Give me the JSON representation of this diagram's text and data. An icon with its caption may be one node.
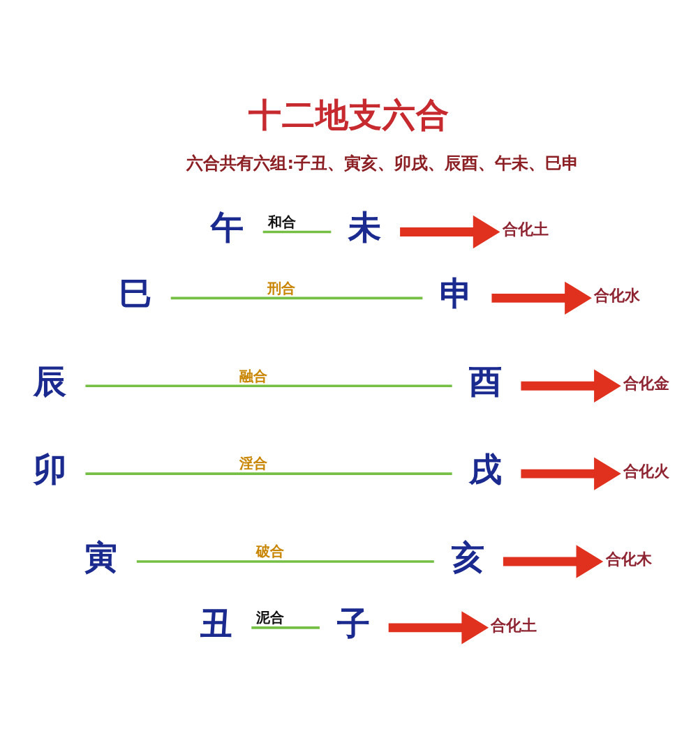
{
  "diagram": {
    "title": "十二地支六合",
    "nodes": [
      {
        "text": [
          "午"
        ]
      },
      {
        "text": [
          "未"
        ]
      },
      {
        "text": [
          "合化土"
        ]
      },
      {
        "text": [
          "巳"
        ]
      },
      {
        "text": [
          "申"
        ]
      },
      {
        "text": [
          "合化水"
        ]
      },
      {
        "text": [
          "辰"
        ]
      },
      {
        "text": [
          "酉"
        ]
      },
      {
        "text": [
          "合化金"
        ]
      },
      {
        "text": [
          "卯"
        ]
      },
      {
        "text": [
          "戌"
        ]
      },
      {
        "text": [
          "合化火"
        ]
      },
      {
        "text": [
          "寅"
        ]
      },
      {
        "text": [
          "亥"
        ]
      },
      {
        "text": [
          "合化木"
        ]
      },
      {
        "text": [
          "丑"
        ]
      },
      {
        "text": [
          "子"
        ]
      },
      {
        "text": [
          "合化土"
        ]
      }
    ],
    "edges": [
      {
        "from": 0,
        "to": 1,
        "arrow": "none",
        "label": "和合"
      },
      {
        "from": 1,
        "to": 2,
        "arrow": "to",
        "style": "thick",
        "color": "#e0301e"
      },
      {
        "from": 3,
        "to": 4,
        "arrow": "none",
        "label": "刑合"
      },
      {
        "from": 4,
        "to": 5,
        "arrow": "to",
        "style": "thick",
        "color": "#e0301e"
      },
      {
        "from": 6,
        "to": 7,
        "arrow": "none",
        "label": "融合"
      },
      {
        "from": 7,
        "to": 8,
        "arrow": "to",
        "style": "thick",
        "color": "#e0301e"
      },
      {
        "from": 9,
        "to": 10,
        "arrow": "none",
        "label": "淫合"
      },
      {
        "from": 10,
        "to": 11,
        "arrow": "to",
        "style": "thick",
        "color": "#e0301e"
      },
      {
        "from": 12,
        "to": 13,
        "arrow": "none",
        "label": "破合"
      },
      {
        "from": 13,
        "to": 14,
        "arrow": "to",
        "style": "thick",
        "color": "#e0301e"
      },
      {
        "from": 15,
        "to": 16,
        "arrow": "none",
        "label": "泥合"
      },
      {
        "from": 16,
        "to": 17,
        "arrow": "to",
        "style": "thick",
        "color": "#e0301e"
      }
    ],
    "labels": [
      "六合共有六组:子丑、寅亥、卯戌、辰酉、午未、巳申"
    ]
  }
}
